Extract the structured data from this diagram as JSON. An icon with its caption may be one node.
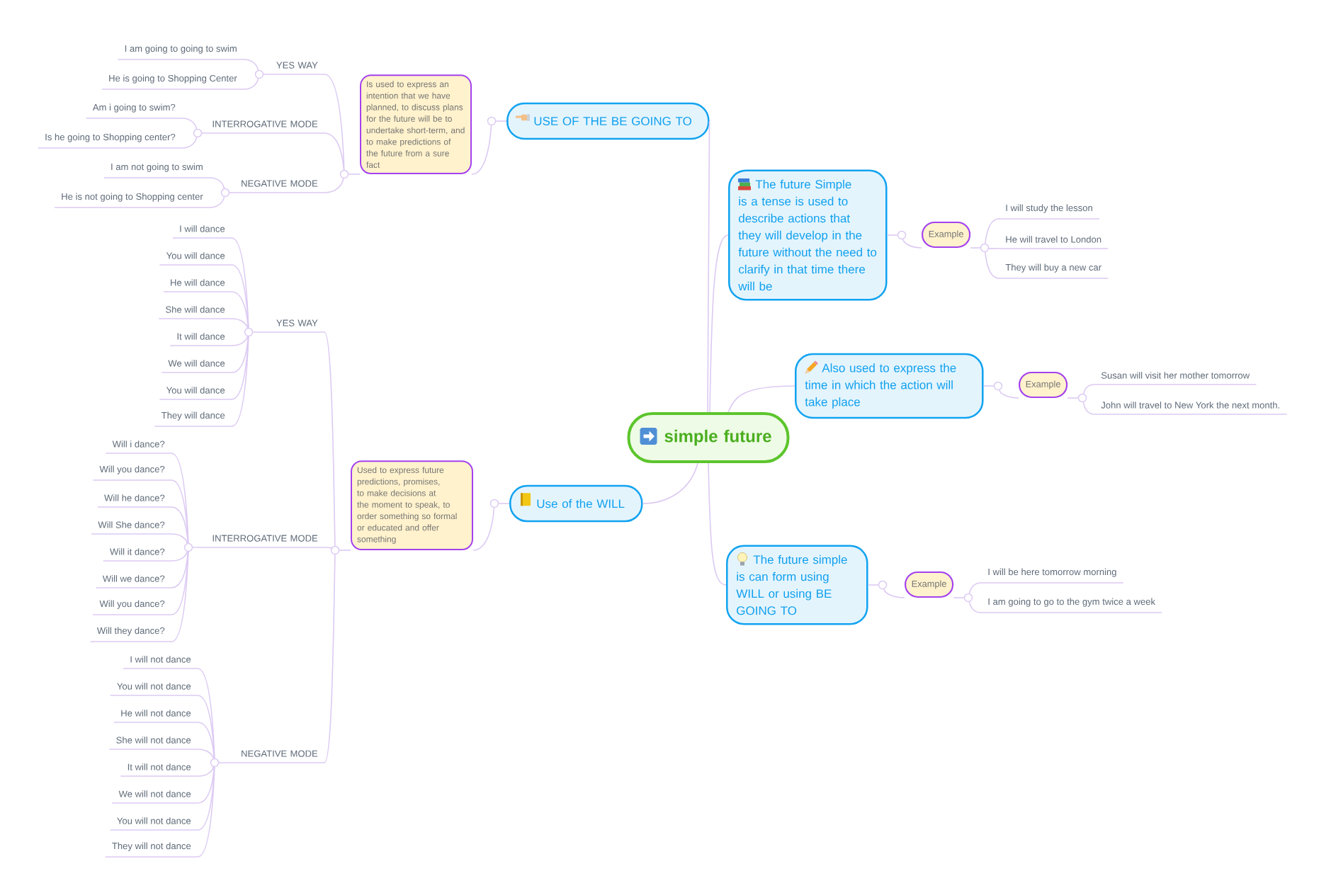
{
  "diagram": {
    "nodes": [
      {
        "text": [
          "simple future"
        ]
      },
      {
        "text": [
          "USE OF THE BE GOING TO"
        ]
      },
      {
        "text": [],
        "shape": "circle"
      },
      {
        "text": [
          "Is used to express an intention that we have planned, to discuss plans for the future will be to undertake short-term, and to make predictions of the future from a sure fact"
        ]
      },
      {
        "text": [],
        "shape": "circle"
      },
      {
        "text": [
          "YES WAY"
        ]
      },
      {
        "text": [],
        "shape": "circle"
      },
      {
        "text": [
          "I am going to going to swim"
        ]
      },
      {
        "text": [
          "He is going to Shopping Center"
        ]
      },
      {
        "text": [
          "INTERROGATIVE MODE"
        ]
      },
      {
        "text": [],
        "shape": "circle"
      },
      {
        "text": [
          "Am i going to swim?"
        ]
      },
      {
        "text": [
          "Is he going to Shopping center?"
        ]
      },
      {
        "text": [
          "NEGATIVE MODE"
        ]
      },
      {
        "text": [],
        "shape": "circle"
      },
      {
        "text": [
          "I am not going to swim"
        ]
      },
      {
        "text": [
          "He is not going to Shopping center"
        ]
      },
      {
        "text": [
          "Use of the WILL"
        ]
      },
      {
        "text": [],
        "shape": "circle"
      },
      {
        "text": [
          "Used to express future predictions, promises, to make decisions at the moment to speak, to order something so formal or educated and offer something"
        ]
      },
      {
        "text": [],
        "shape": "circle"
      },
      {
        "text": [
          "YES WAY"
        ]
      },
      {
        "text": [],
        "shape": "circle"
      },
      {
        "text": [
          "I will dance"
        ]
      },
      {
        "text": [
          "You will dance"
        ]
      },
      {
        "text": [
          "He will dance"
        ]
      },
      {
        "text": [
          "She will dance"
        ]
      },
      {
        "text": [
          "It will dance"
        ]
      },
      {
        "text": [
          "We will dance"
        ]
      },
      {
        "text": [
          "You will dance"
        ]
      },
      {
        "text": [
          "They will dance"
        ]
      },
      {
        "text": [
          "INTERROGATIVE MODE"
        ]
      },
      {
        "text": [],
        "shape": "circle"
      },
      {
        "text": [
          "Will i dance?"
        ]
      },
      {
        "text": [
          "Will you dance?"
        ]
      },
      {
        "text": [
          "Will he dance?"
        ]
      },
      {
        "text": [
          "Will She dance?"
        ]
      },
      {
        "text": [
          "Will it dance?"
        ]
      },
      {
        "text": [
          "Will we dance?"
        ]
      },
      {
        "text": [
          "Will you dance?"
        ]
      },
      {
        "text": [
          "Will they dance?"
        ]
      },
      {
        "text": [
          "NEGATIVE MODE"
        ]
      },
      {
        "text": [],
        "shape": "circle"
      },
      {
        "text": [
          "I will not dance"
        ]
      },
      {
        "text": [
          "You will not dance"
        ]
      },
      {
        "text": [
          "He will not dance"
        ]
      },
      {
        "text": [
          "She will not dance"
        ]
      },
      {
        "text": [
          "It will not dance"
        ]
      },
      {
        "text": [
          "We will not dance"
        ]
      },
      {
        "text": [
          "You will not dance"
        ]
      },
      {
        "text": [
          "They will not dance"
        ]
      },
      {
        "text": [
          "The future Simple is a tense is used to describe actions that they will develop in the future without the need to clarify in that time there will be"
        ]
      },
      {
        "text": [],
        "shape": "circle"
      },
      {
        "text": [
          "Example"
        ]
      },
      {
        "text": [],
        "shape": "circle"
      },
      {
        "text": [
          "I will study the lesson"
        ]
      },
      {
        "text": [
          "He will travel to London"
        ]
      },
      {
        "text": [
          "They will buy a new car"
        ]
      },
      {
        "text": [
          "Also used to express the time in which the action will take place"
        ]
      },
      {
        "text": [],
        "shape": "circle"
      },
      {
        "text": [
          "Example"
        ]
      },
      {
        "text": [],
        "shape": "circle"
      },
      {
        "text": [
          "Susan will visit her mother tomorrow"
        ]
      },
      {
        "text": [
          "John will travel to New York the next month."
        ]
      },
      {
        "text": [
          "The future simple is can form using WILL or using BE GOING TO"
        ]
      },
      {
        "text": [],
        "shape": "circle"
      },
      {
        "text": [
          "Example"
        ]
      },
      {
        "text": [],
        "shape": "circle"
      },
      {
        "text": [
          "I will be here tomorrow morning"
        ]
      },
      {
        "text": [
          "I am going to go to the gym twice a week"
        ]
      }
    ],
    "edges": [
      {
        "from": 0,
        "to": 1,
        "arrow": "none"
      },
      {
        "from": 1,
        "to": 2,
        "arrow": "none"
      },
      {
        "from": 2,
        "to": 3,
        "arrow": "none"
      },
      {
        "from": 3,
        "to": 4,
        "arrow": "none"
      },
      {
        "from": 4,
        "to": 5,
        "arrow": "none"
      },
      {
        "from": 4,
        "to": 9,
        "arrow": "none"
      },
      {
        "from": 4,
        "to": 13,
        "arrow": "none"
      },
      {
        "from": 5,
        "to": 6,
        "arrow": "none"
      },
      {
        "from": 6,
        "to": 7,
        "arrow": "none"
      },
      {
        "from": 6,
        "to": 8,
        "arrow": "none"
      },
      {
        "from": 9,
        "to": 10,
        "arrow": "none"
      },
      {
        "from": 10,
        "to": 11,
        "arrow": "none"
      },
      {
        "from": 10,
        "to": 12,
        "arrow": "none"
      },
      {
        "from": 13,
        "to": 14,
        "arrow": "none"
      },
      {
        "from": 14,
        "to": 15,
        "arrow": "none"
      },
      {
        "from": 14,
        "to": 16,
        "arrow": "none"
      },
      {
        "from": 0,
        "to": 17,
        "arrow": "none"
      },
      {
        "from": 17,
        "to": 18,
        "arrow": "none"
      },
      {
        "from": 18,
        "to": 19,
        "arrow": "none"
      },
      {
        "from": 19,
        "to": 20,
        "arrow": "none"
      },
      {
        "from": 20,
        "to": 21,
        "arrow": "none"
      },
      {
        "from": 20,
        "to": 31,
        "arrow": "none"
      },
      {
        "from": 20,
        "to": 41,
        "arrow": "none"
      },
      {
        "from": 21,
        "to": 22,
        "arrow": "none"
      },
      {
        "from": 22,
        "to": 23,
        "arrow": "none"
      },
      {
        "from": 22,
        "to": 24,
        "arrow": "none"
      },
      {
        "from": 22,
        "to": 25,
        "arrow": "none"
      },
      {
        "from": 22,
        "to": 26,
        "arrow": "none"
      },
      {
        "from": 22,
        "to": 27,
        "arrow": "none"
      },
      {
        "from": 22,
        "to": 28,
        "arrow": "none"
      },
      {
        "from": 22,
        "to": 29,
        "arrow": "none"
      },
      {
        "from": 22,
        "to": 30,
        "arrow": "none"
      },
      {
        "from": 31,
        "to": 32,
        "arrow": "none"
      },
      {
        "from": 32,
        "to": 33,
        "arrow": "none"
      },
      {
        "from": 32,
        "to": 34,
        "arrow": "none"
      },
      {
        "from": 32,
        "to": 35,
        "arrow": "none"
      },
      {
        "from": 32,
        "to": 36,
        "arrow": "none"
      },
      {
        "from": 32,
        "to": 37,
        "arrow": "none"
      },
      {
        "from": 32,
        "to": 38,
        "arrow": "none"
      },
      {
        "from": 32,
        "to": 39,
        "arrow": "none"
      },
      {
        "from": 32,
        "to": 40,
        "arrow": "none"
      },
      {
        "from": 41,
        "to": 42,
        "arrow": "none"
      },
      {
        "from": 42,
        "to": 43,
        "arrow": "none"
      },
      {
        "from": 42,
        "to": 44,
        "arrow": "none"
      },
      {
        "from": 42,
        "to": 45,
        "arrow": "none"
      },
      {
        "from": 42,
        "to": 46,
        "arrow": "none"
      },
      {
        "from": 42,
        "to": 47,
        "arrow": "none"
      },
      {
        "from": 42,
        "to": 48,
        "arrow": "none"
      },
      {
        "from": 42,
        "to": 49,
        "arrow": "none"
      },
      {
        "from": 42,
        "to": 50,
        "arrow": "none"
      },
      {
        "from": 0,
        "to": 51,
        "arrow": "none"
      },
      {
        "from": 51,
        "to": 52,
        "arrow": "none"
      },
      {
        "from": 52,
        "to": 53,
        "arrow": "none"
      },
      {
        "from": 53,
        "to": 54,
        "arrow": "none"
      },
      {
        "from": 54,
        "to": 55,
        "arrow": "none"
      },
      {
        "from": 54,
        "to": 56,
        "arrow": "none"
      },
      {
        "from": 54,
        "to": 57,
        "arrow": "none"
      },
      {
        "from": 0,
        "to": 58,
        "arrow": "none"
      },
      {
        "from": 58,
        "to": 59,
        "arrow": "none"
      },
      {
        "from": 59,
        "to": 60,
        "arrow": "none"
      },
      {
        "from": 60,
        "to": 61,
        "arrow": "none"
      },
      {
        "from": 61,
        "to": 62,
        "arrow": "none"
      },
      {
        "from": 61,
        "to": 63,
        "arrow": "none"
      },
      {
        "from": 0,
        "to": 64,
        "arrow": "none"
      },
      {
        "from": 64,
        "to": 65,
        "arrow": "none"
      },
      {
        "from": 65,
        "to": 66,
        "arrow": "none"
      },
      {
        "from": 66,
        "to": 67,
        "arrow": "none"
      },
      {
        "from": 67,
        "to": 68,
        "arrow": "none"
      },
      {
        "from": 67,
        "to": 69,
        "arrow": "none"
      }
    ]
  }
}
